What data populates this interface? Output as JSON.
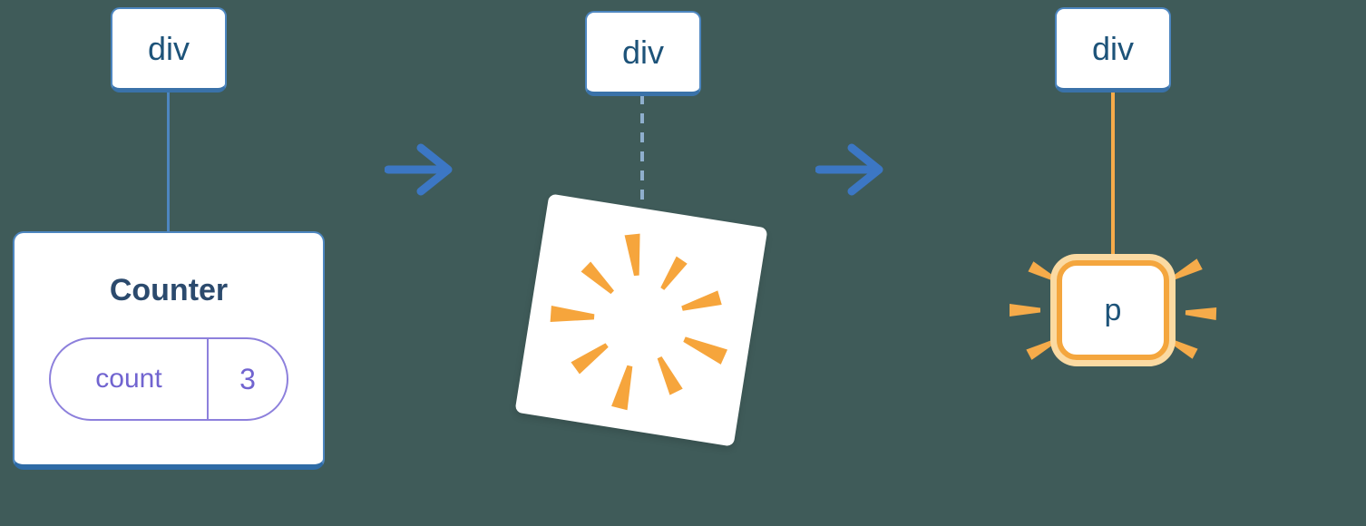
{
  "canvas": {
    "background_color": "#3f5b59"
  },
  "colors": {
    "node_border_blue": "#4d86c0",
    "node_text_blue": "#1d5379",
    "edge_dashed_blue": "#8fafcd",
    "arrow_blue": "#3c77c4",
    "state_purple": "#7164d0",
    "state_border_purple": "#8d80dc",
    "orange": "#f6ab4a",
    "orange_glow": "#fbdaa2",
    "card_white": "#ffffff"
  },
  "stage1": {
    "parent_label": "div",
    "component": {
      "title": "Counter",
      "state_key": "count",
      "state_value": "3"
    }
  },
  "stage2": {
    "parent_label": "div"
  },
  "stage3": {
    "parent_label": "div",
    "child_label": "p"
  },
  "icons": {
    "arrow1": "right-arrow",
    "arrow2": "right-arrow",
    "poof": "explosion-burst",
    "sparkles": "emphasis-sparkles"
  }
}
